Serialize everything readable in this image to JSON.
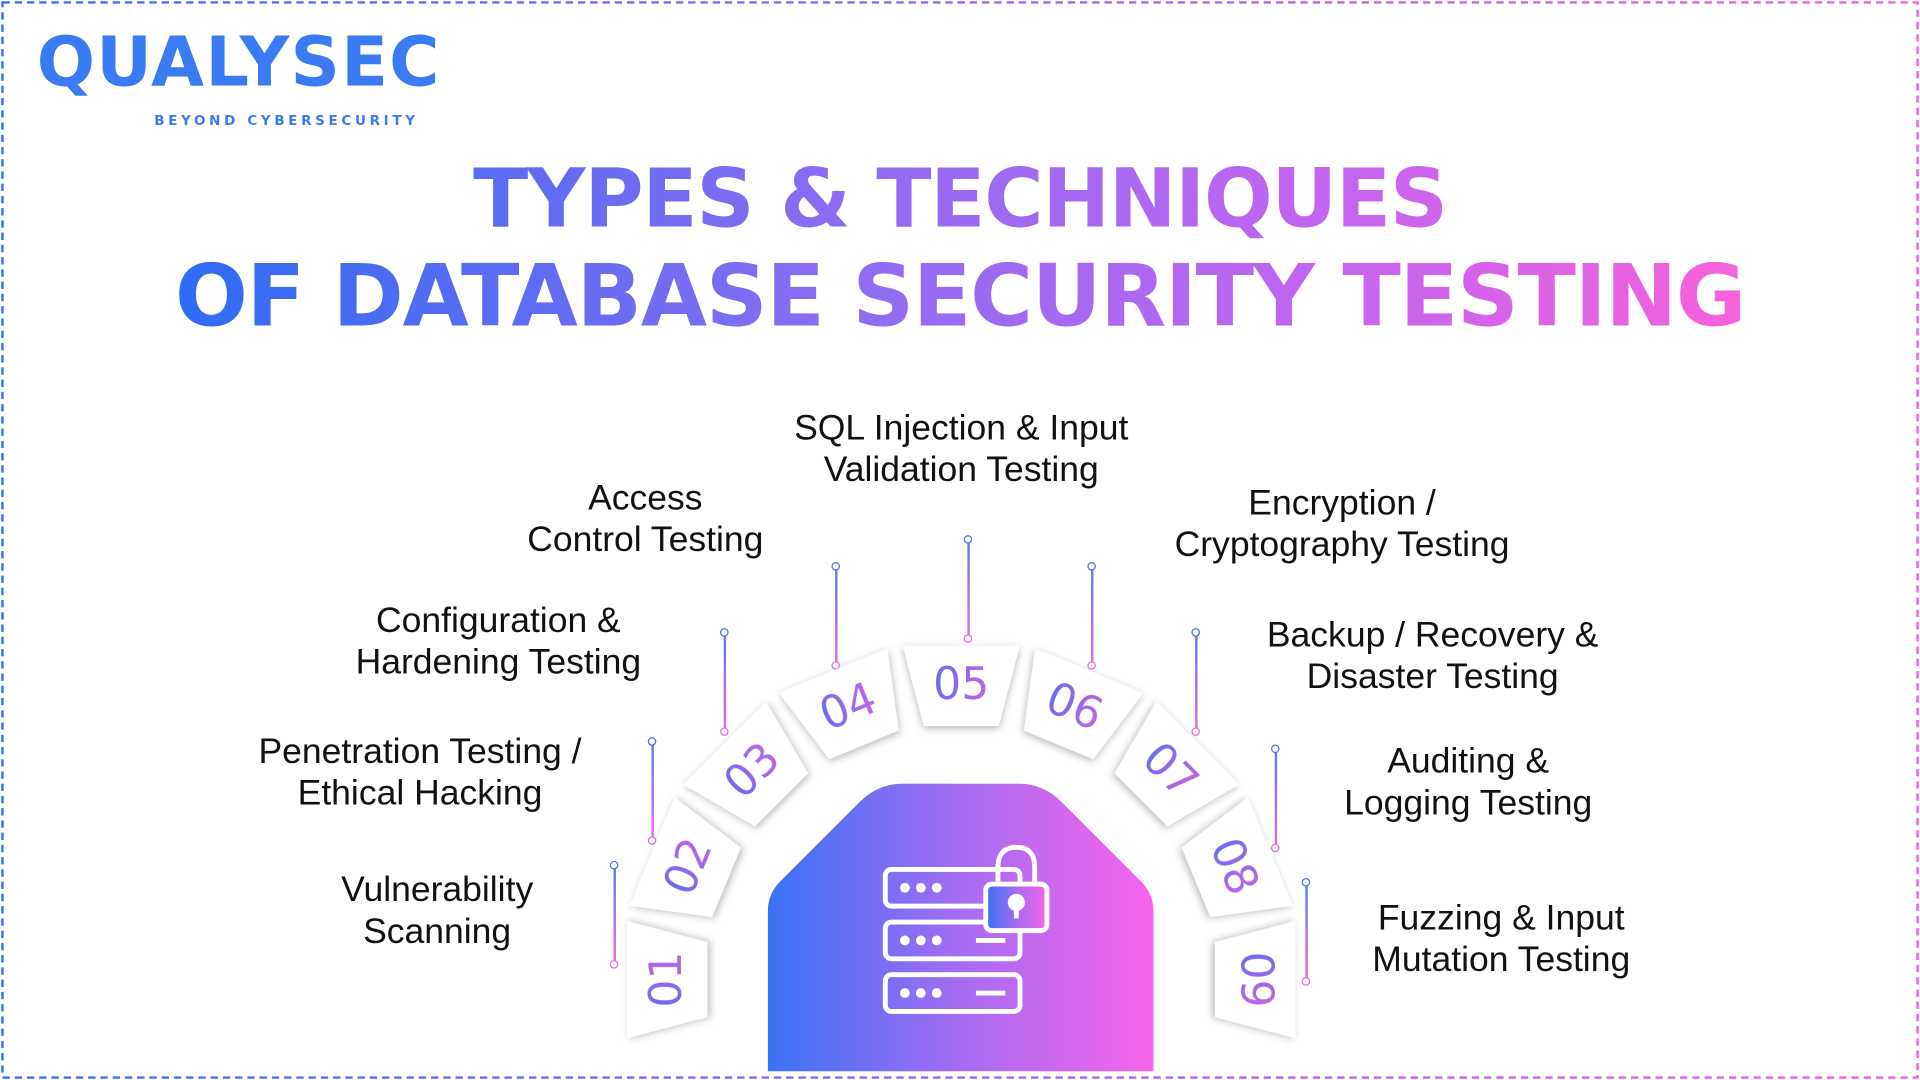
{
  "logo": {
    "name": "QUALYSEC",
    "tagline": "BEYOND CYBERSECURITY"
  },
  "title": {
    "line1": "TYPES & TECHNIQUES",
    "line2": "OF DATABASE SECURITY TESTING"
  },
  "items": [
    {
      "number": "01",
      "line1": "Vulnerability",
      "line2": "Scanning"
    },
    {
      "number": "02",
      "line1": "Penetration Testing /",
      "line2": "Ethical Hacking"
    },
    {
      "number": "03",
      "line1": "Configuration &",
      "line2": "Hardening Testing"
    },
    {
      "number": "04",
      "line1": "Access",
      "line2": "Control Testing"
    },
    {
      "number": "05",
      "line1": "SQL Injection & Input",
      "line2": "Validation Testing"
    },
    {
      "number": "06",
      "line1": "Encryption /",
      "line2": "Cryptography Testing"
    },
    {
      "number": "07",
      "line1": "Backup / Recovery &",
      "line2": "Disaster Testing"
    },
    {
      "number": "08",
      "line1": "Auditing &",
      "line2": "Logging Testing"
    },
    {
      "number": "09",
      "line1": "Fuzzing & Input",
      "line2": "Mutation Testing"
    }
  ],
  "hub_icon": "database-server-lock-icon",
  "colors": {
    "blue": "#3a6ff5",
    "pink": "#f462dc"
  }
}
